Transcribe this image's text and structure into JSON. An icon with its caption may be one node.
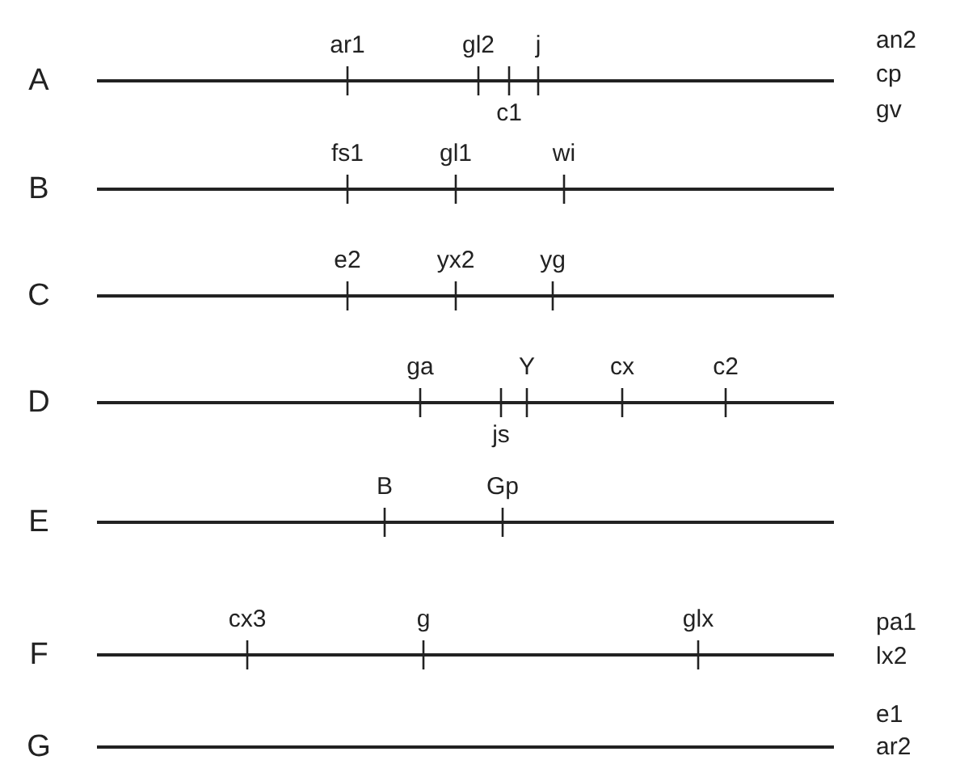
{
  "diagram": {
    "labels": [
      "A",
      "ar1",
      "gl2",
      "j",
      "c1",
      "an2",
      "cp",
      "gv",
      "B",
      "fs1",
      "gl1",
      "wi",
      "C",
      "e2",
      "yx2",
      "yg",
      "D",
      "ga",
      "Y",
      "cx",
      "c2",
      "js",
      "E",
      "B",
      "Gp",
      "F",
      "cx3",
      "g",
      "glx",
      "pa1",
      "lx2",
      "G",
      "e1",
      "ar2"
    ]
  }
}
